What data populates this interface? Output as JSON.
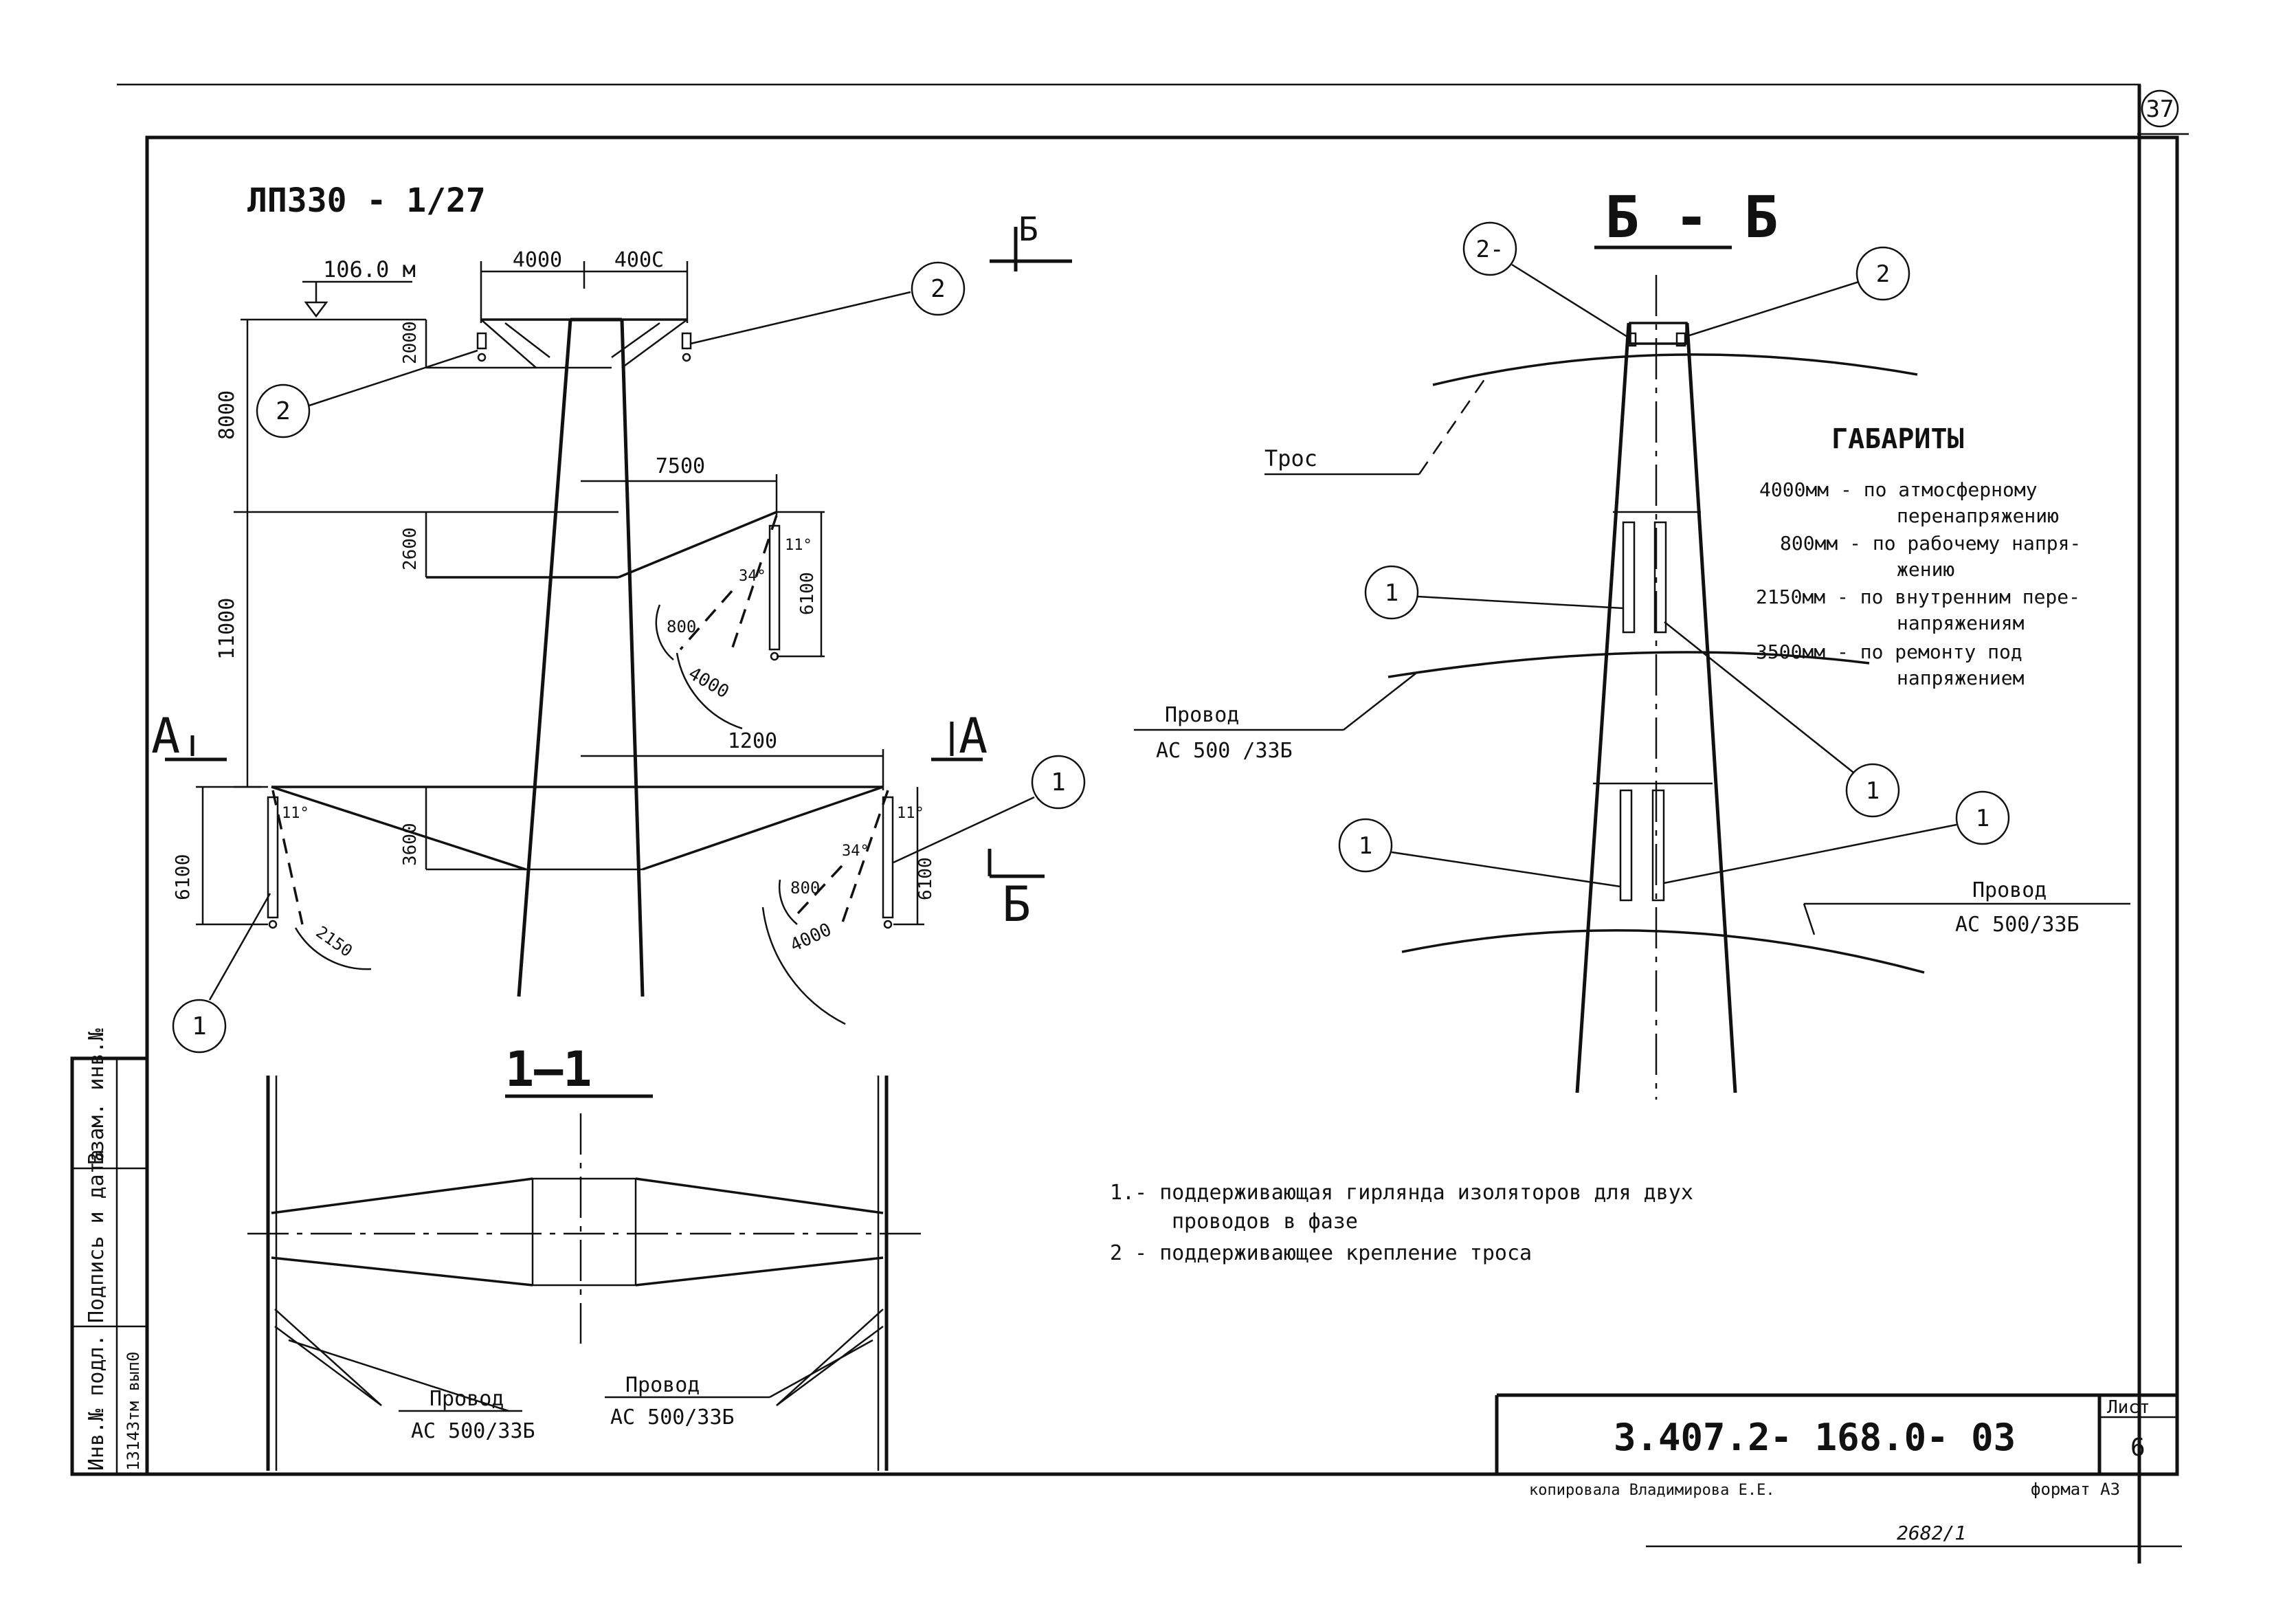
{
  "sheet_number": "37",
  "tower_type": "ЛП330 - 1/27",
  "elevation_mark": "106.0 м",
  "dims": {
    "top_left": "4000",
    "top_right": "400С",
    "cap_height": "2000",
    "upper_height": "8000",
    "upper_arm": "7500",
    "upper_drop": "2600",
    "upper_string": "6100",
    "mid_height": "11000",
    "lower_arm": "1200",
    "lower_drop": "3600",
    "lower_left_string": "6100",
    "lower_right_string": "6100",
    "clear_800_a": "800",
    "clear_4000_a": "4000",
    "clear_800_b": "800",
    "clear_4000_b": "4000",
    "clear_2150": "2150",
    "angle_11_a": "11°",
    "angle_34_a": "34°",
    "angle_11_b": "11°",
    "angle_11_c": "11°",
    "angle_34_b": "34°"
  },
  "section_marks": {
    "a_left": "А",
    "a_right": "А",
    "b_side": "Б",
    "b_top": "Б"
  },
  "callouts": {
    "c2_top_right": "2",
    "c2_left": "2",
    "c1_right": "1",
    "c1_left": "1",
    "c2_bb_left": "2-",
    "c2_bb_right": "2",
    "c1_bb_a": "1",
    "c1_bb_b": "1",
    "c1_bb_c": "1",
    "c1_bb_d": "1"
  },
  "section_11": {
    "title": "1—1",
    "wire_left_label": "Провод",
    "wire_left_spec": "АС 500/33Б",
    "wire_right_label": "Провод",
    "wire_right_spec": "АС 500/33Б"
  },
  "section_bb": {
    "title": "Б - Б",
    "tros_label": "Трос",
    "wire_left_label": "Провод",
    "wire_left_spec": "АС 500 /33Б",
    "wire_right_label": "Провод",
    "wire_right_spec": "АС 500/33Б"
  },
  "gabarity": {
    "title": "ГАБАРИТЫ",
    "lines": [
      "4000мм - по атмосферному",
      "перенапряжению",
      "800мм - по рабочему напря-",
      "жению",
      "2150мм - по внутренним пере-",
      "напряжениям",
      "3500мм - по ремонту под",
      "напряжением"
    ]
  },
  "legend": [
    "1.- поддерживающая гирлянда изоляторов для двух",
    "проводов в фазе",
    "2 - поддерживающее крепление троса"
  ],
  "side_stamp": {
    "col1": "Инв.№ подл.",
    "col1_value": "13143тм вып0",
    "col2": "Подпись и дата",
    "col3": "Взам. инв.№"
  },
  "title_block": {
    "code": "3.407.2- 168.0- 03",
    "sheet_label": "Лист",
    "sheet_value": "6"
  },
  "footer": {
    "copied_by": "копировала Владимирова Е.Е.",
    "format": "формат А3",
    "handwritten": "2682/1"
  }
}
